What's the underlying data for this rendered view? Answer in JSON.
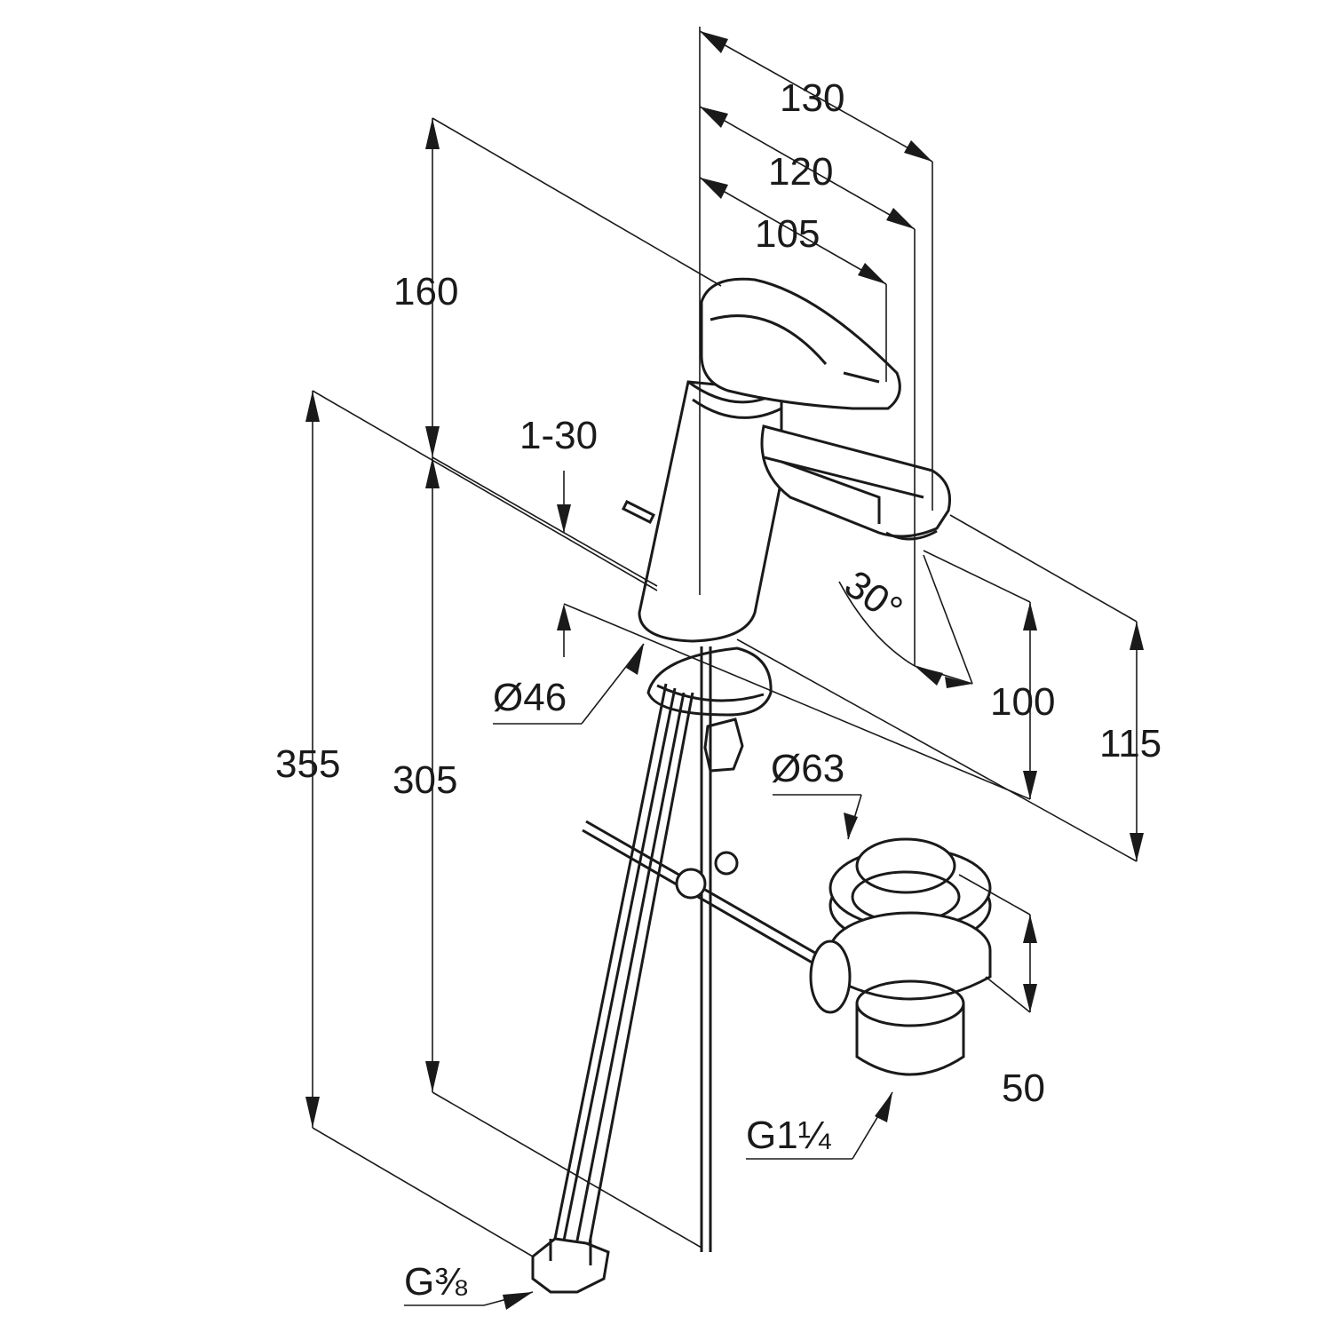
{
  "drawing": {
    "labels": {
      "d130": "130",
      "d120": "120",
      "d105": "105",
      "d160": "160",
      "d1_30": "1-30",
      "d355": "355",
      "d305": "305",
      "d46": "Ø46",
      "d30deg": "30°",
      "d100": "100",
      "d115": "115",
      "d63": "Ø63",
      "d50": "50",
      "g1_1_4": "G1¼",
      "g3_8": "G⅜"
    }
  }
}
